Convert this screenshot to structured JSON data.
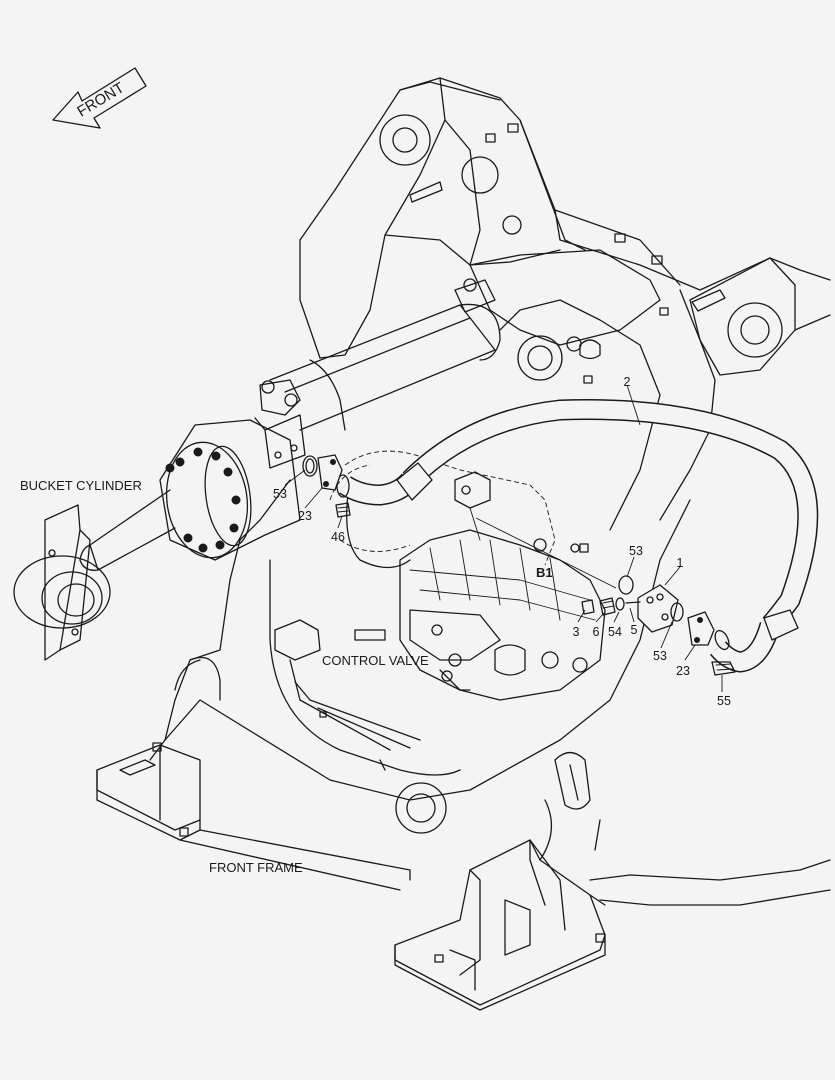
{
  "direction_arrow": {
    "label": "FRONT"
  },
  "components": {
    "bucket_cylinder": "BUCKET CYLINDER",
    "control_valve": "CONTROL VALVE",
    "front_frame": "FRONT FRAME"
  },
  "section_ref": "B1",
  "part_numbers": {
    "p2": "2",
    "p1": "1",
    "p53_left": "53",
    "p23_left": "23",
    "p46": "46",
    "p53_top": "53",
    "p3": "3",
    "p6": "6",
    "p54": "54",
    "p5": "5",
    "p53_right": "53",
    "p23_right": "23",
    "p55": "55"
  }
}
